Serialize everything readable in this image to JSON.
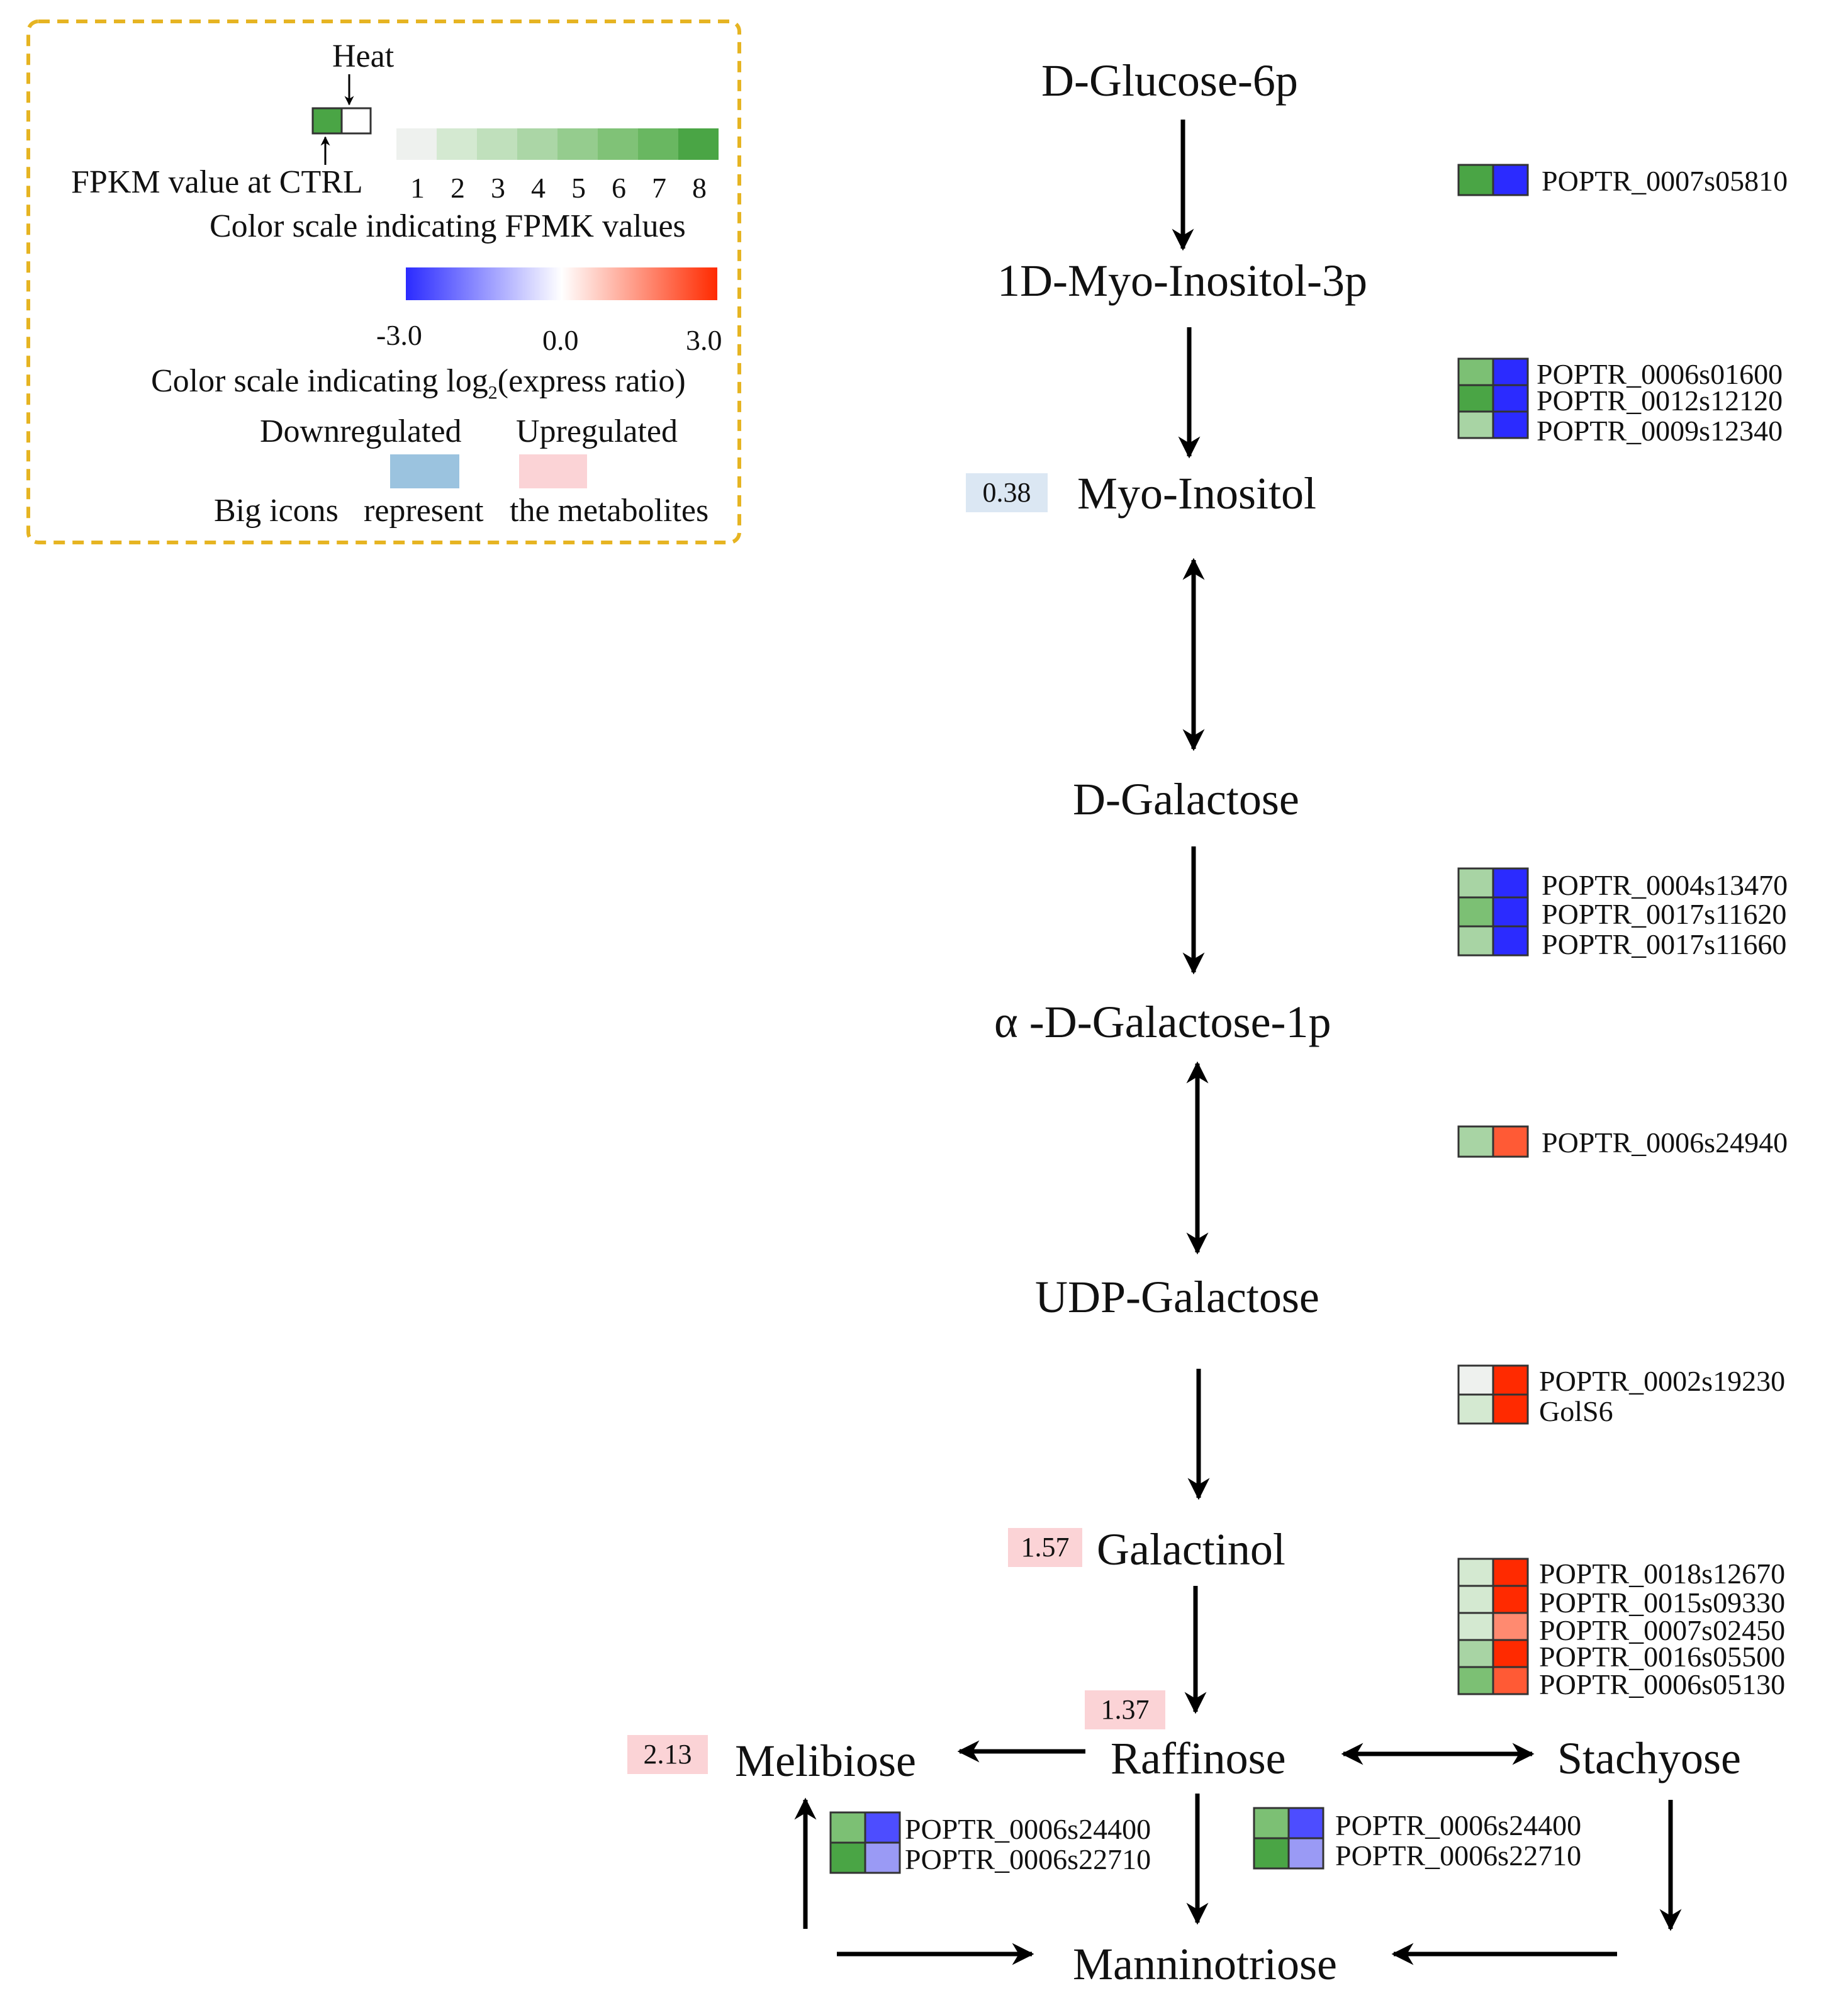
{
  "colors": {
    "ctrl_green_light": "#a8d4a4",
    "ctrl_green_mid": "#7cc074",
    "ctrl_green_dark": "#4aa545",
    "down_blue": "#2b2bff",
    "down_blue_light": "#7f7ff5",
    "up_red": "#ff2a00",
    "up_red_light": "#ff8a70",
    "up_red_mid": "#ff5a35",
    "badge_down": "#dbe7f3",
    "badge_up": "#fbd3d6",
    "legend_border": "#e6b422"
  },
  "legend": {
    "heat_label": "Heat",
    "ctrl_label": "FPKM value at CTRL",
    "fpkm_ticks": [
      "1",
      "2",
      "3",
      "4",
      "5",
      "6",
      "7",
      "8"
    ],
    "fpkm_caption": "Color scale indicating FPMK values",
    "ratio_ticks": [
      "-3.0",
      "0.0",
      "3.0"
    ],
    "ratio_caption_pre": "Color scale indicating log",
    "ratio_caption_sub": "2",
    "ratio_caption_post": "(express ratio)",
    "down_label": "Downregulated",
    "up_label": "Upregulated",
    "big_icons_1": "Big icons",
    "big_icons_2": "represent",
    "big_icons_3": "the metabolites"
  },
  "metabolites": {
    "glucose6p": "D-Glucose-6p",
    "myo_inositol_3p": "1D-Myo-Inositol-3p",
    "myo_inositol": "Myo-Inositol",
    "galactose": "D-Galactose",
    "alpha_galactose_1p": "α -D-Galactose-1p",
    "udp_galactose": "UDP-Galactose",
    "galactinol": "Galactinol",
    "melibiose": "Melibiose",
    "raffinose": "Raffinose",
    "stachyose": "Stachyose",
    "manninotriose": "Manninotriose"
  },
  "metabolite_values": {
    "myo_inositol": "0.38",
    "galactinol": "1.57",
    "raffinose": "1.37",
    "melibiose": "2.13"
  },
  "gene_groups": {
    "g1": [
      "POPTR_0007s05810"
    ],
    "g2": [
      "POPTR_0006s01600",
      "POPTR_0012s12120",
      "POPTR_0009s12340"
    ],
    "g3": [
      "POPTR_0004s13470",
      "POPTR_0017s11620",
      "POPTR_0017s11660"
    ],
    "g4": [
      "POPTR_0006s24940"
    ],
    "g5": [
      "POPTR_0002s19230",
      "GolS6"
    ],
    "g6": [
      "POPTR_0018s12670",
      "POPTR_0015s09330",
      "POPTR_0007s02450",
      "POPTR_0016s05500",
      "POPTR_0006s05130"
    ],
    "g7": [
      "POPTR_0006s24400",
      "POPTR_0006s22710"
    ],
    "g8": [
      "POPTR_0006s24400",
      "POPTR_0006s22710"
    ]
  }
}
